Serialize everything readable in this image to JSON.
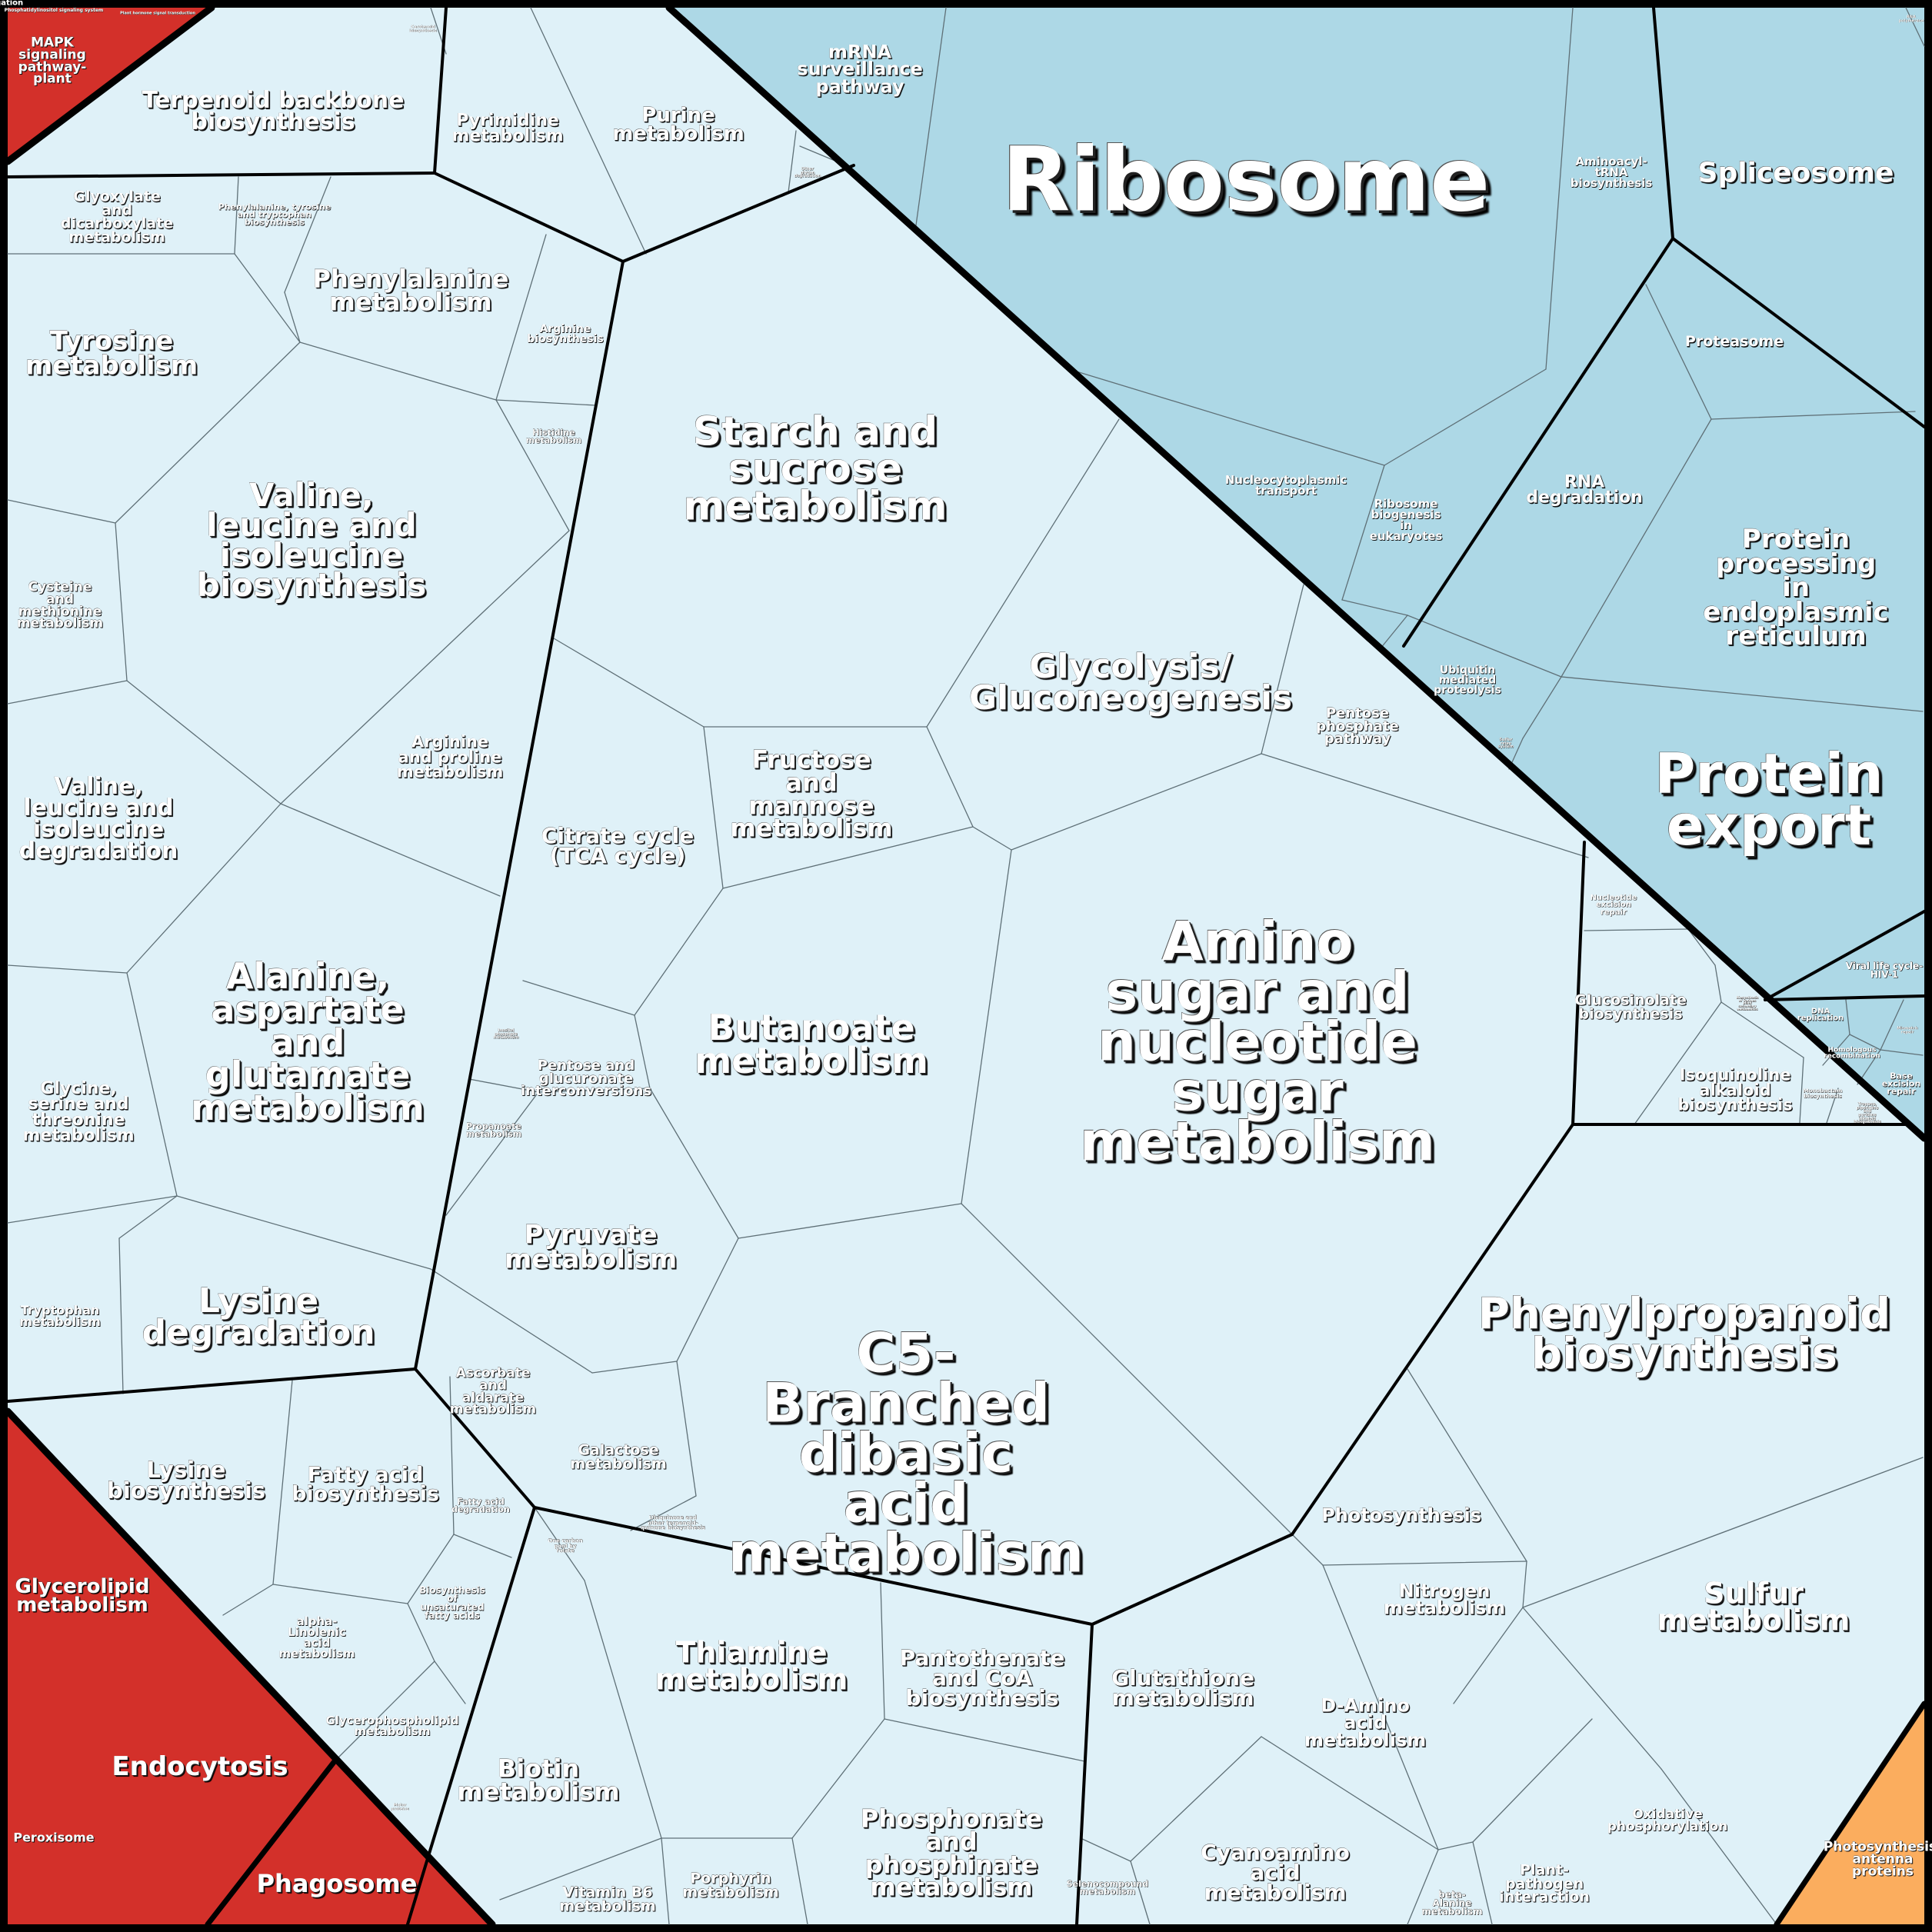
{
  "title": "Proteomap of KEGG pathways",
  "colors": {
    "metabolism": "#dff1f8",
    "genetic_information": "#add8e6",
    "signaling_cellular": "#d3302a",
    "organismal": "#fbad5e",
    "frame": "#000000"
  },
  "labels": [
    "Phosphatidylinositol signaling system",
    "Plant hormone signal transduction",
    "MAPK\nsignaling\npathway-\nplant",
    "Terpenoid backbone\nbiosynthesis",
    "Carotenoid\nbiosynthesis",
    "Pyrimidine\nmetabolism",
    "Purine\nmetabolism",
    "Other\nglycan\ndegradation",
    "mRNA\nsurveillance\npathway",
    "Ribosome",
    "Aminoacyl-\ntRNA\nbiosynthesis",
    "Spliceosome",
    "RNA\npolymerase",
    "Proteasome",
    "Nucleocytoplasmic\ntransport",
    "Ribosome\nbiogenesis\nin\neukaryotes",
    "RNA\ndegradation",
    "Protein\nprocessing\nin\nendoplasmic\nreticulum",
    "Ubiquitin\nmediated\nproteolysis",
    "Sulfur\nrelay\nsystem",
    "Protein\nexport",
    "Viral life cycle-\nHIV-1",
    "DNA\nreplication",
    "Mismatch\nrepair",
    "Homologous\nrecombination",
    "Base\nexcision\nrepair",
    "Nucleotide\nexcision\nrepair",
    "Glucosinolate\nbiosynthesis",
    "Biosynthesis\nof various\nplant\nsecondary\nmetabolites",
    "Isoquinoline\nalkaloid\nbiosynthesis",
    "Monobactam\nbiosynthesis",
    "Tropane,\npiperidine\nand\npyridine\nalkaloid\nbiosynthesis",
    "Phenylpropanoid\nbiosynthesis",
    "Photosynthesis",
    "Nitrogen\nmetabolism",
    "Sulfur\nmetabolism",
    "Oxidative\nphosphorylation",
    "Photosynthesis-\nantenna\nproteins",
    "Plant-\npathogen\ninteraction",
    "beta-\nAlanine\nmetabolism",
    "D-Amino\nacid\nmetabolism",
    "Glutathione\nmetabolism",
    "Cyanoamino\nacid\nmetabolism",
    "Selenocompound\nmetabolism",
    "Phosphonate\nand\nphosphinate\nmetabolism",
    "Pantothenate\nand CoA\nbiosynthesis",
    "Thiamine\nmetabolism",
    "Porphyrin\nmetabolism",
    "Vitamin B6\nmetabolism",
    "Biotin\nmetabolism",
    "One carbon\npool by\nfolate",
    "Ubiquinone and\nother terpenoid-\nquinone biosynthesis",
    "Galactose\nmetabolism",
    "Ascorbate\nand\naldarate\nmetabolism",
    "C5-\nBranched\ndibasic\nacid\nmetabolism",
    "Pyruvate\nmetabolism",
    "Propanoate\nmetabolism",
    "Inositol\nphosphate\nmetabolism",
    "Pentose and\nglucuronate\ninterconversions",
    "Butanoate\nmetabolism",
    "Citrate cycle\n(TCA cycle)",
    "Fructose\nand\nmannose\nmetabolism",
    "Starch and\nsucrose\nmetabolism",
    "Glycolysis/\nGluconeogenesis",
    "Pentose\nphosphate\npathway",
    "Amino\nsugar and\nnucleotide\nsugar\nmetabolism",
    "Glyoxylate\nand\ndicarboxylate\nmetabolism",
    "Phenylalanine, tyrosine\nand tryptophan\nbiosynthesis",
    "Phenylalanine\nmetabolism",
    "Arginine\nbiosynthesis",
    "Histidine\nmetabolism",
    "Tyrosine\nmetabolism",
    "Valine,\nleucine and\nisoleucine\nbiosynthesis",
    "Cysteine\nand\nmethionine\nmetabolism",
    "Arginine\nand proline\nmetabolism",
    "Valine,\nleucine and\nisoleucine\ndegradation",
    "Alanine,\naspartate\nand\nglutamate\nmetabolism",
    "Glycine,\nserine and\nthreonine\nmetabolism",
    "Lysine\ndegradation",
    "Tryptophan\nmetabolism",
    "Lysine\nbiosynthesis",
    "Fatty acid\nbiosynthesis",
    "Fatty acid\ndegradation",
    "Biosynthesis\nof\nunsaturated\nfatty acids",
    "alpha-\nLinolenic\nacid\nmetabolism",
    "Glycerophospholipid\nmetabolism",
    "Glycerolipid\nmetabolism",
    "Endocytosis",
    "Peroxisome",
    "Phagosome",
    "Motor\nproteins",
    "Fatty acid\nelongation"
  ]
}
